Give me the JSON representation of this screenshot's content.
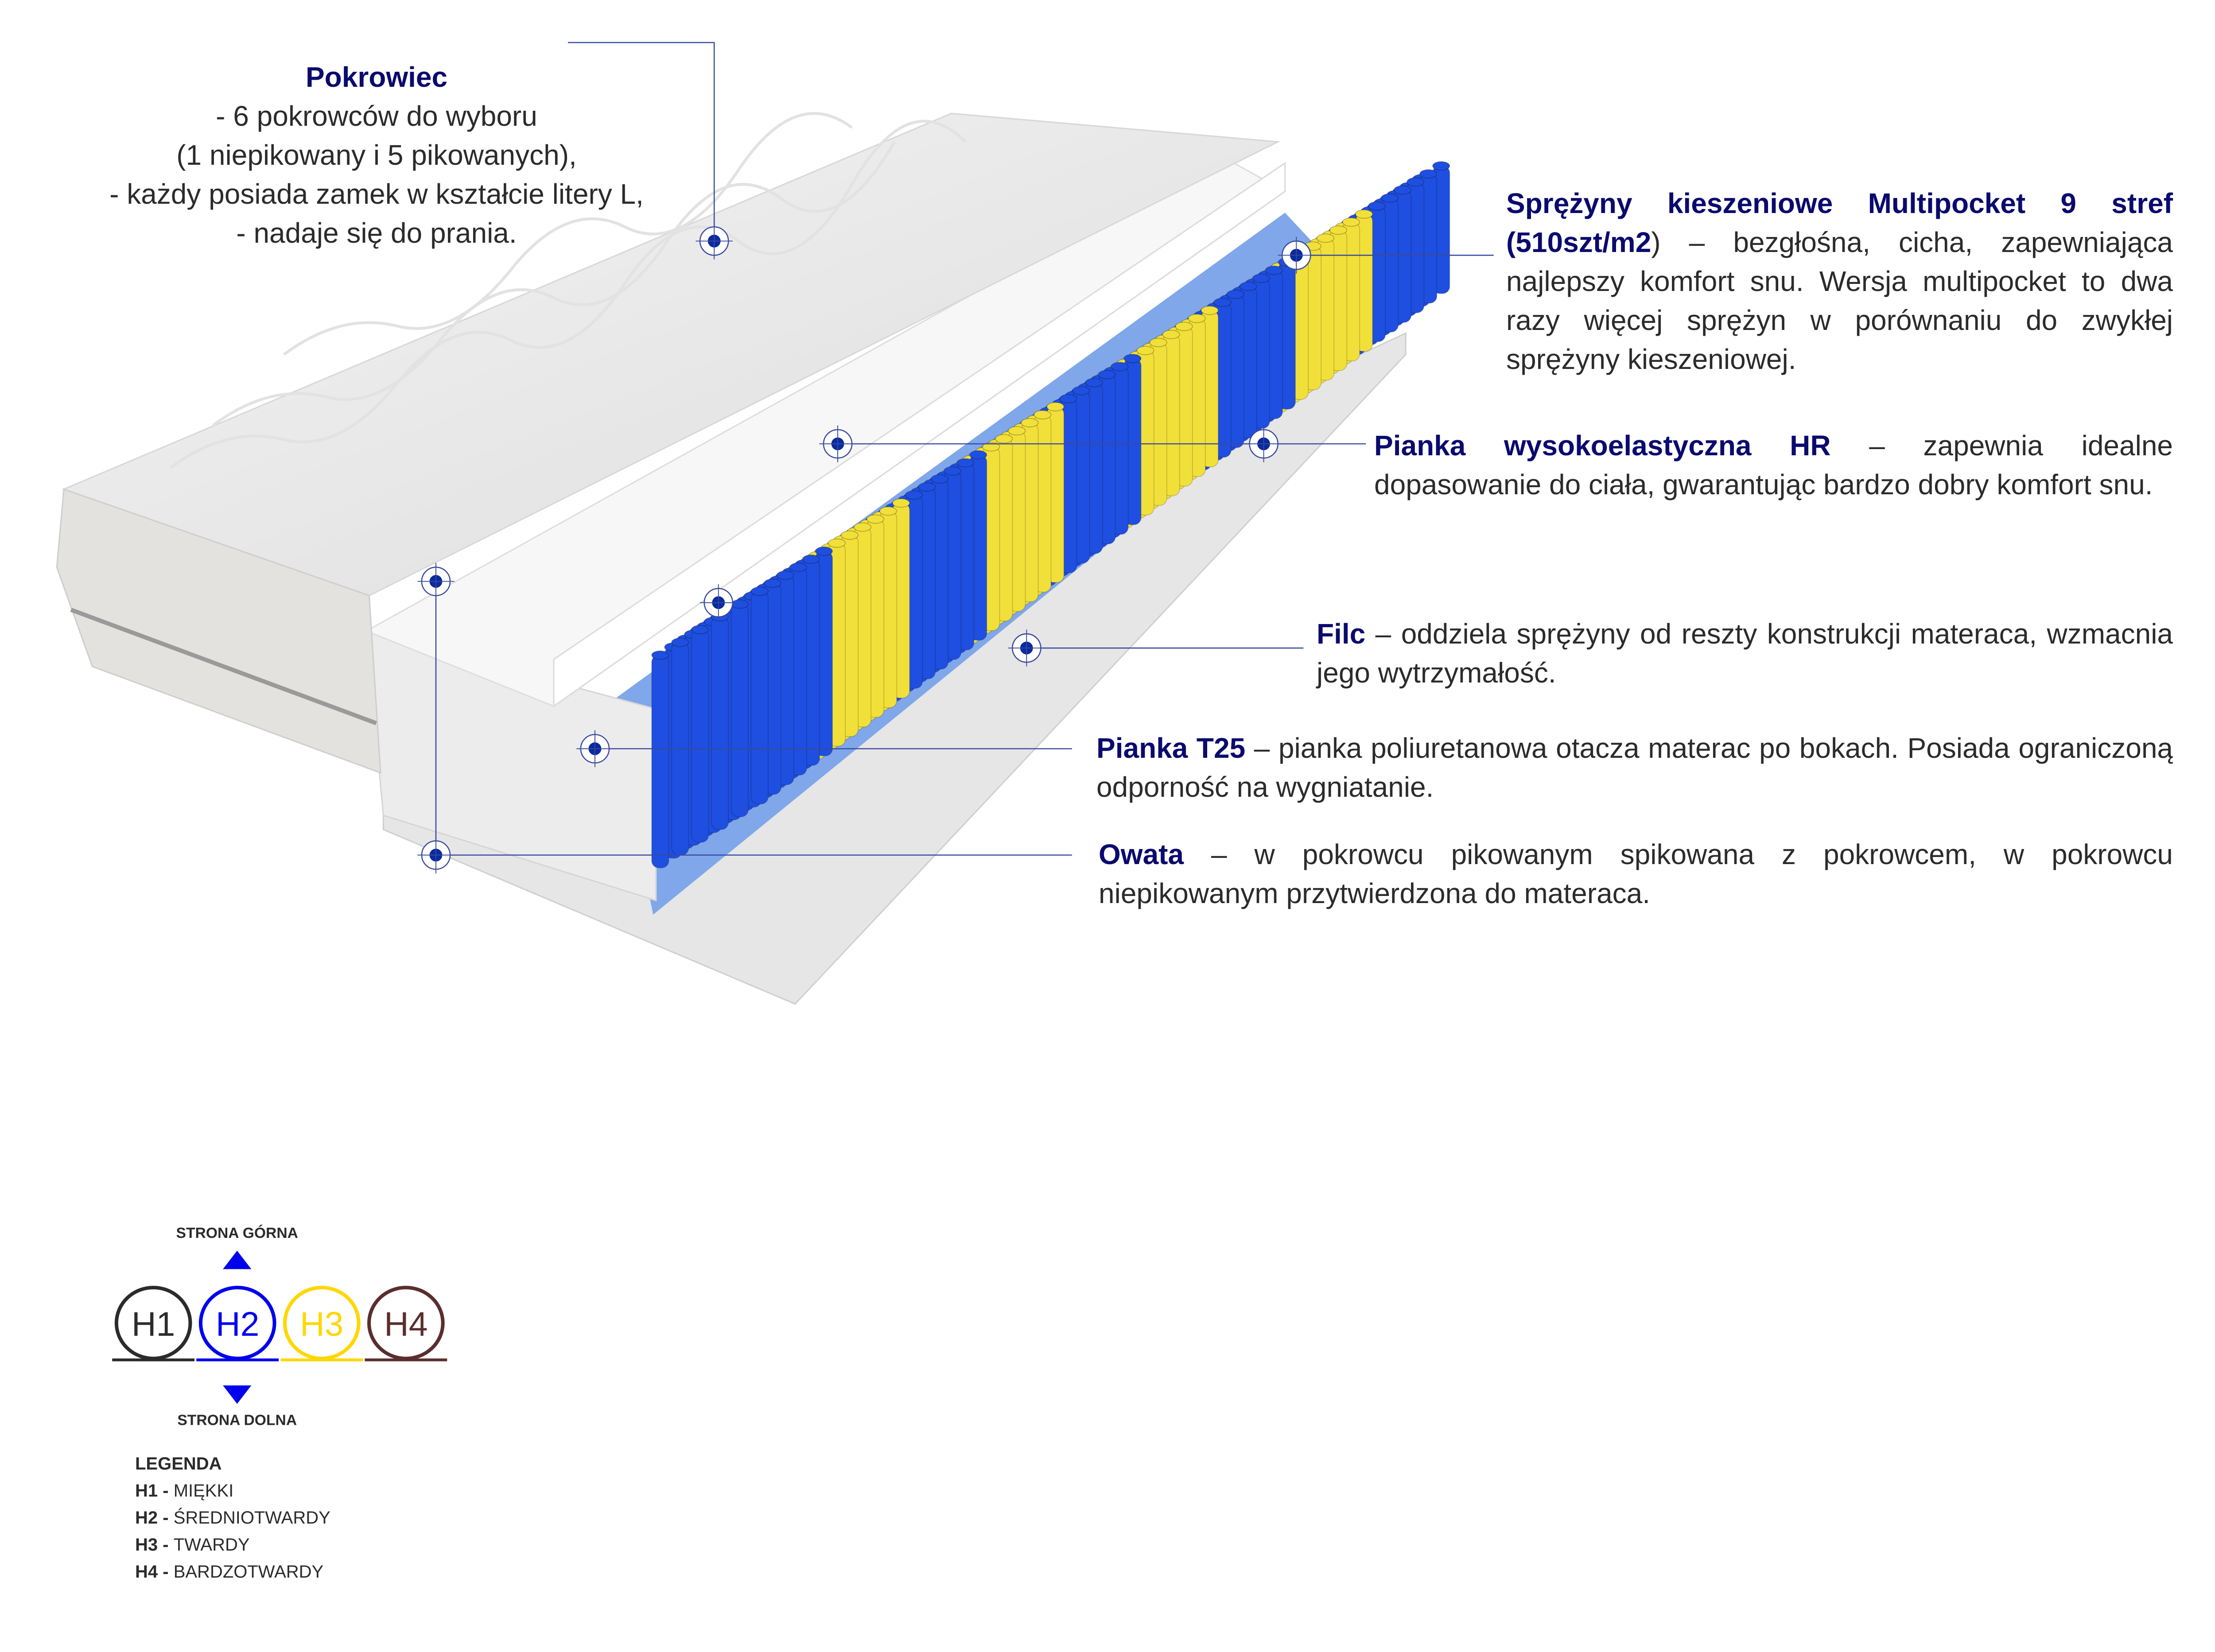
{
  "pokrowiec": {
    "title": "Pokrowiec",
    "lines": [
      "- 6 pokrowców do wyboru",
      "(1 niepikowany i 5 pikowanych),",
      "-  każdy posiada zamek w kształcie litery L,",
      "- nadaje się do prania."
    ]
  },
  "sprezyny": {
    "title": "Sprężyny kieszeniowe Multipocket 9 stref (510szt/m2",
    "suffix": ")",
    "body": " – bezgłośna, cicha, zapewniająca najlepszy komfort snu. Wersja multipocket to dwa razy więcej sprężyn w porównaniu do zwykłej sprężyny kieszeniowej."
  },
  "hr": {
    "title": "Pianka wysokoelastyczna HR",
    "body": " – zapewnia idealne dopasowanie do ciała, gwarantując bardzo dobry komfort snu."
  },
  "filc": {
    "title": "Filc",
    "body": " – oddziela sprężyny od reszty konstrukcji materaca, wzmacnia jego wytrzymałość."
  },
  "t25": {
    "title": "Pianka T25",
    "body": " – pianka poliuretanowa otacza materac po bokach. Posiada ograniczoną odporność na wygniatanie."
  },
  "owata": {
    "title": "Owata",
    "body": " – w pokrowcu pikowanym spikowana z pokrowcem, w pokrowcu niepikowanym przytwierdzona do materaca."
  },
  "hardness": {
    "top_label": "STRONA GÓRNA",
    "bottom_label": "STRONA DOLNA",
    "selected": "H2",
    "levels": [
      {
        "code": "H1",
        "color": "#2b2b2b"
      },
      {
        "code": "H2",
        "color": "#0000ee"
      },
      {
        "code": "H3",
        "color": "#ffd700"
      },
      {
        "code": "H4",
        "color": "#5a2e2e"
      }
    ]
  },
  "legend": {
    "title": "LEGENDA",
    "items": [
      {
        "code": "H1",
        "sep": " - ",
        "label": "MIĘKKI"
      },
      {
        "code": "H2",
        "sep": " - ",
        "label": "ŚREDNIOTWARDY"
      },
      {
        "code": "H3",
        "sep": " - ",
        "label": "TWARDY"
      },
      {
        "code": "H4",
        "sep": " - ",
        "label": "BARDZOTWARDY"
      }
    ]
  },
  "colors": {
    "accent": "#0a0a6e",
    "spring_blue": "#1f4fe0",
    "spring_yellow": "#f2e03a",
    "felt": "#7fa7ea"
  },
  "spring_zones": [
    "blue",
    "yellow",
    "blue",
    "yellow",
    "blue",
    "yellow",
    "blue",
    "yellow",
    "blue"
  ]
}
